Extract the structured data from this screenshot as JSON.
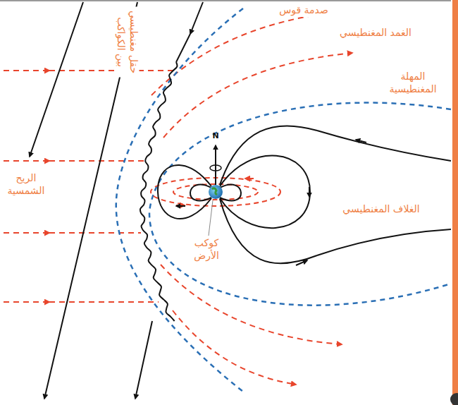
{
  "diagram": {
    "labels": [
      "حقل مغنطيسي بين الكواكب",
      "صدمة قوس",
      "الغمد المغنطيسي",
      "المهلة المغنطيسية",
      "الريح الشمسية",
      "الغلاف المغنطيسي",
      "كوكب الأرض",
      "N"
    ]
  }
}
